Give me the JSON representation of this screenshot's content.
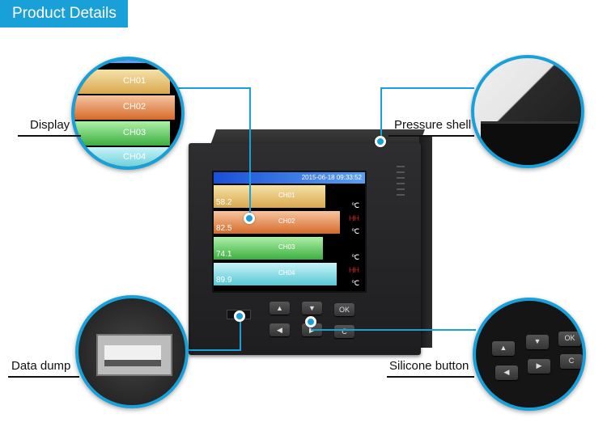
{
  "header": {
    "title": "Product Details"
  },
  "callouts": {
    "display": "Display",
    "pressure_shell": "Pressure shell",
    "data_dump": "Data dump",
    "silicone_button": "Silicone button"
  },
  "screen": {
    "datetime": "2015-06-18 09:33:52",
    "channels": [
      {
        "name": "CH01",
        "value": "58.2",
        "unit": "℃",
        "alarm": "",
        "color": "#e8c070"
      },
      {
        "name": "CH02",
        "value": "82.5",
        "unit": "℃",
        "alarm": "HH",
        "color": "#e8904a"
      },
      {
        "name": "CH03",
        "value": "74.1",
        "unit": "℃",
        "alarm": "",
        "color": "#5cc860"
      },
      {
        "name": "CH04",
        "value": "89.9",
        "unit": "℃",
        "alarm": "HH",
        "color": "#7ad8e0"
      }
    ]
  },
  "zoom_display": {
    "channels": [
      "CH01",
      "CH02",
      "CH03",
      "CH04"
    ]
  },
  "keys": {
    "up": "▲",
    "down": "▼",
    "ok": "OK",
    "left": "◀",
    "right": "▶",
    "c": "C"
  },
  "colors": {
    "accent": "#1aa0d8"
  }
}
